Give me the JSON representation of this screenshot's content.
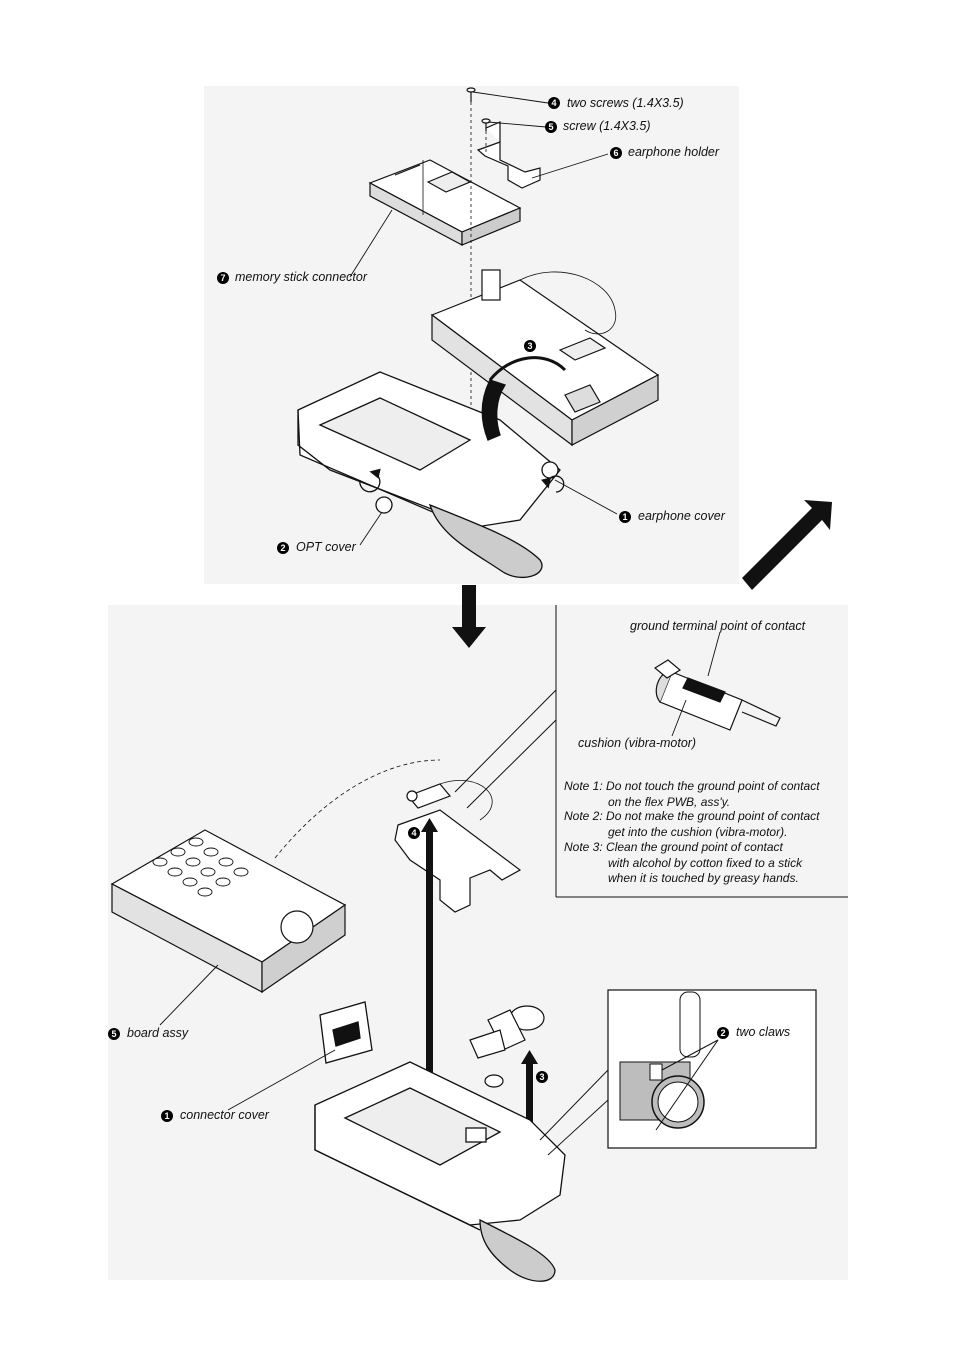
{
  "upper": {
    "callouts": [
      {
        "num": "4",
        "text": "two screws (1.4X3.5)"
      },
      {
        "num": "5",
        "text": "screw (1.4X3.5)"
      },
      {
        "num": "6",
        "text": "earphone holder"
      },
      {
        "num": "7",
        "text": "memory stick connector"
      },
      {
        "num": "3",
        "text": ""
      },
      {
        "num": "1",
        "text": "earphone cover"
      },
      {
        "num": "2",
        "text": "OPT cover"
      }
    ]
  },
  "detail": {
    "ground_label": "ground terminal point of contact",
    "cushion_label": "cushion (vibra-motor)",
    "notes": [
      {
        "head": "Note 1:",
        "lines": [
          "Do not touch the ground point of contact",
          "on the flex PWB, ass'y."
        ]
      },
      {
        "head": "Note 2:",
        "lines": [
          "Do not make the ground point of contact",
          "get into the cushion (vibra-motor)."
        ]
      },
      {
        "head": "Note 3:",
        "lines": [
          "Clean the ground point of contact",
          "with alcohol by cotton fixed to a stick",
          "when it is touched by greasy hands."
        ]
      }
    ]
  },
  "lower": {
    "callouts": [
      {
        "num": "4",
        "text": ""
      },
      {
        "num": "5",
        "text": "board assy"
      },
      {
        "num": "3",
        "text": ""
      },
      {
        "num": "1",
        "text": "connector cover"
      },
      {
        "num": "2",
        "text": "two claws"
      }
    ]
  },
  "colors": {
    "ink": "#111111",
    "panel": "#f3f3f3",
    "shade": "#bdbdbd"
  }
}
